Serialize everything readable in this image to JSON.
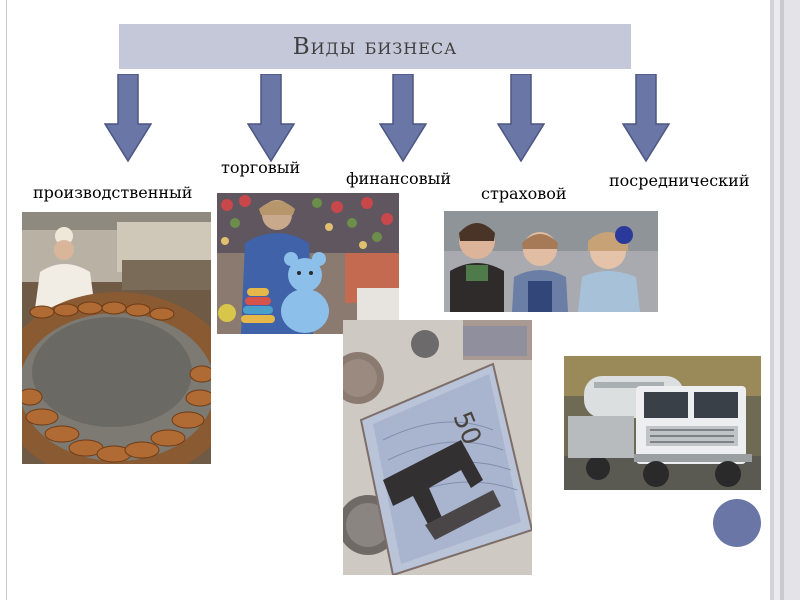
{
  "title": "Виды бизнеса",
  "colors": {
    "title_bar": "#c5c8d8",
    "arrow_fill": "#6a76a6",
    "arrow_stroke": "#4c5682",
    "circle": "#6a76a6"
  },
  "business_types": [
    {
      "label": "производственный",
      "photo": "factory-bread-production"
    },
    {
      "label": "торговый",
      "photo": "shop-seller-with-toys"
    },
    {
      "label": "финансовый",
      "photo": "banknote-and-coins"
    },
    {
      "label": "страховой",
      "photo": "three-girls"
    },
    {
      "label": "посреднический",
      "photo": "tanker-truck"
    }
  ]
}
